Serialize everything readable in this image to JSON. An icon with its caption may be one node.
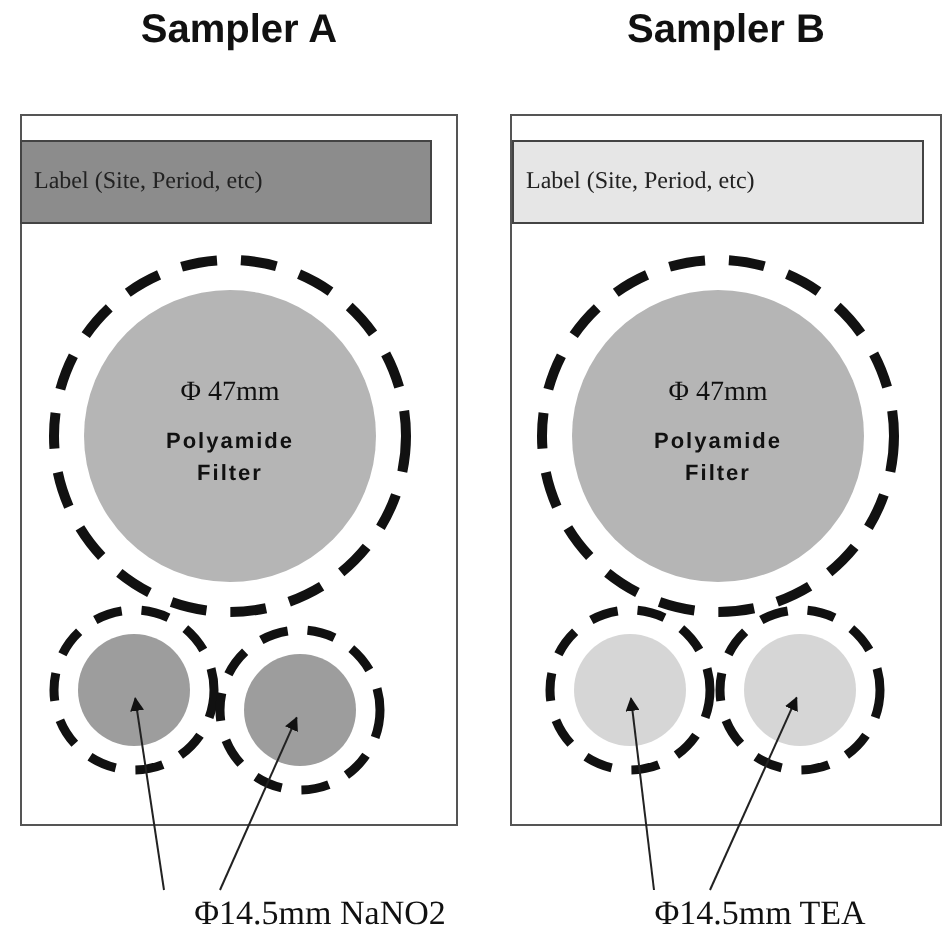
{
  "diagram": {
    "nodes": [
      {
        "text": [
          "Sampler A"
        ]
      },
      {
        "text": [
          "Label (Site, Period, etc)"
        ],
        "in": 0
      },
      {
        "text": [
          "Φ 47mm",
          "Polyamide Filter"
        ],
        "in": 0
      },
      {
        "text": [],
        "shape": "circle",
        "in": 0
      },
      {
        "text": [],
        "shape": "circle",
        "in": 0
      },
      {
        "text": [
          "Sampler B"
        ]
      },
      {
        "text": [
          "Label (Site, Period, etc)"
        ],
        "in": 5
      },
      {
        "text": [
          "Φ 47mm",
          "Polyamide Filter"
        ],
        "in": 5
      },
      {
        "text": [],
        "shape": "circle",
        "in": 5
      },
      {
        "text": [],
        "shape": "circle",
        "in": 5
      },
      {
        "text": [
          "Φ14.5mm NaNO2"
        ]
      },
      {
        "text": [
          "Φ14.5mm TEA"
        ]
      }
    ],
    "edges": [
      {
        "from": 10,
        "to": 3,
        "arrow": "to"
      },
      {
        "from": 10,
        "to": 4,
        "arrow": "to"
      },
      {
        "from": 11,
        "to": 8,
        "arrow": "to"
      },
      {
        "from": 11,
        "to": 9,
        "arrow": "to"
      }
    ]
  }
}
